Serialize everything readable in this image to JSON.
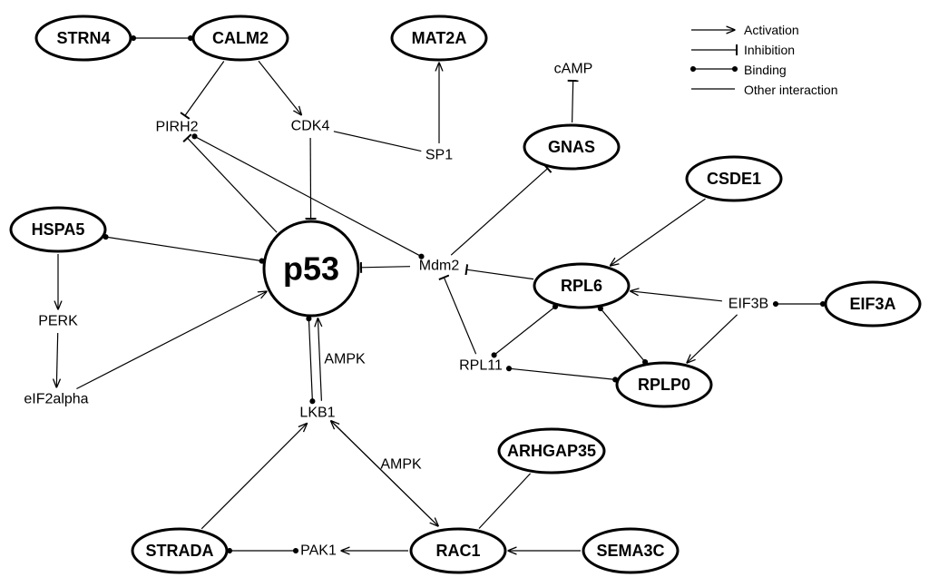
{
  "legend": [
    {
      "id": "activation",
      "label": "Activation"
    },
    {
      "id": "inhibition",
      "label": "Inhibition"
    },
    {
      "id": "binding",
      "label": "Binding"
    },
    {
      "id": "other",
      "label": "Other interaction"
    }
  ],
  "nodes": [
    {
      "id": "STRN4",
      "label": "STRN4",
      "style": "ellipse"
    },
    {
      "id": "CALM2",
      "label": "CALM2",
      "style": "ellipse"
    },
    {
      "id": "MAT2A",
      "label": "MAT2A",
      "style": "ellipse"
    },
    {
      "id": "cAMP",
      "label": "cAMP",
      "style": "text"
    },
    {
      "id": "PIRH2",
      "label": "PIRH2",
      "style": "text"
    },
    {
      "id": "CDK4",
      "label": "CDK4",
      "style": "text"
    },
    {
      "id": "SP1",
      "label": "SP1",
      "style": "text"
    },
    {
      "id": "GNAS",
      "label": "GNAS",
      "style": "ellipse"
    },
    {
      "id": "CSDE1",
      "label": "CSDE1",
      "style": "ellipse"
    },
    {
      "id": "HSPA5",
      "label": "HSPA5",
      "style": "ellipse"
    },
    {
      "id": "p53",
      "label": "p53",
      "style": "circle"
    },
    {
      "id": "Mdm2",
      "label": "Mdm2",
      "style": "text"
    },
    {
      "id": "RPL6",
      "label": "RPL6",
      "style": "ellipse"
    },
    {
      "id": "EIF3B",
      "label": "EIF3B",
      "style": "text"
    },
    {
      "id": "EIF3A",
      "label": "EIF3A",
      "style": "ellipse"
    },
    {
      "id": "PERK",
      "label": "PERK",
      "style": "text"
    },
    {
      "id": "AMPK1",
      "label": "AMPK",
      "style": "text"
    },
    {
      "id": "RPL11",
      "label": "RPL11",
      "style": "text"
    },
    {
      "id": "RPLP0",
      "label": "RPLP0",
      "style": "ellipse"
    },
    {
      "id": "eIF2alpha",
      "label": "eIF2alpha",
      "style": "text"
    },
    {
      "id": "LKB1",
      "label": "LKB1",
      "style": "text"
    },
    {
      "id": "ARHGAP35",
      "label": "ARHGAP35",
      "style": "ellipse"
    },
    {
      "id": "AMPK2",
      "label": "AMPK",
      "style": "text"
    },
    {
      "id": "STRADA",
      "label": "STRADA",
      "style": "ellipse"
    },
    {
      "id": "PAK1",
      "label": "PAK1",
      "style": "text"
    },
    {
      "id": "RAC1",
      "label": "RAC1",
      "style": "ellipse"
    },
    {
      "id": "SEMA3C",
      "label": "SEMA3C",
      "style": "ellipse"
    }
  ],
  "edges": [
    {
      "from": "STRN4",
      "to": "CALM2",
      "type": "binding"
    },
    {
      "from": "CALM2",
      "to": "PIRH2",
      "type": "inhibition"
    },
    {
      "from": "CALM2",
      "to": "CDK4",
      "type": "activation"
    },
    {
      "from": "CDK4",
      "to": "p53",
      "type": "inhibition"
    },
    {
      "from": "CDK4",
      "to": "SP1",
      "type": "other"
    },
    {
      "from": "SP1",
      "to": "MAT2A",
      "type": "activation"
    },
    {
      "from": "p53",
      "to": "PIRH2",
      "type": "inhibition"
    },
    {
      "from": "PIRH2",
      "to": "Mdm2",
      "type": "binding"
    },
    {
      "from": "GNAS",
      "to": "cAMP",
      "type": "inhibition"
    },
    {
      "from": "Mdm2",
      "to": "GNAS",
      "type": "inhibition"
    },
    {
      "from": "Mdm2",
      "to": "p53",
      "type": "inhibition"
    },
    {
      "from": "RPL6",
      "to": "Mdm2",
      "type": "inhibition"
    },
    {
      "from": "RPL11",
      "to": "Mdm2",
      "type": "inhibition"
    },
    {
      "from": "HSPA5",
      "to": "p53",
      "type": "binding"
    },
    {
      "from": "HSPA5",
      "to": "PERK",
      "type": "activation"
    },
    {
      "from": "PERK",
      "to": "eIF2alpha",
      "type": "activation"
    },
    {
      "from": "eIF2alpha",
      "to": "p53",
      "type": "activation"
    },
    {
      "from": "CSDE1",
      "to": "RPL6",
      "type": "activation"
    },
    {
      "from": "EIF3B",
      "to": "RPL6",
      "type": "activation"
    },
    {
      "from": "EIF3B",
      "to": "RPLP0",
      "type": "activation"
    },
    {
      "from": "EIF3B",
      "to": "EIF3A",
      "type": "binding"
    },
    {
      "from": "RPL6",
      "to": "RPLP0",
      "type": "binding"
    },
    {
      "from": "RPL11",
      "to": "RPL6",
      "type": "binding"
    },
    {
      "from": "RPL11",
      "to": "RPLP0",
      "type": "binding"
    },
    {
      "from": "LKB1",
      "to": "p53",
      "type": "binding"
    },
    {
      "from": "LKB1",
      "to": "p53",
      "type": "activation"
    },
    {
      "from": "LKB1",
      "to": "RAC1",
      "type": "activation"
    },
    {
      "from": "RAC1",
      "to": "LKB1",
      "type": "activation"
    },
    {
      "from": "STRADA",
      "to": "LKB1",
      "type": "activation"
    },
    {
      "from": "ARHGAP35",
      "to": "RAC1",
      "type": "other"
    },
    {
      "from": "SEMA3C",
      "to": "RAC1",
      "type": "activation"
    },
    {
      "from": "RAC1",
      "to": "PAK1",
      "type": "activation"
    },
    {
      "from": "PAK1",
      "to": "STRADA",
      "type": "binding"
    }
  ]
}
